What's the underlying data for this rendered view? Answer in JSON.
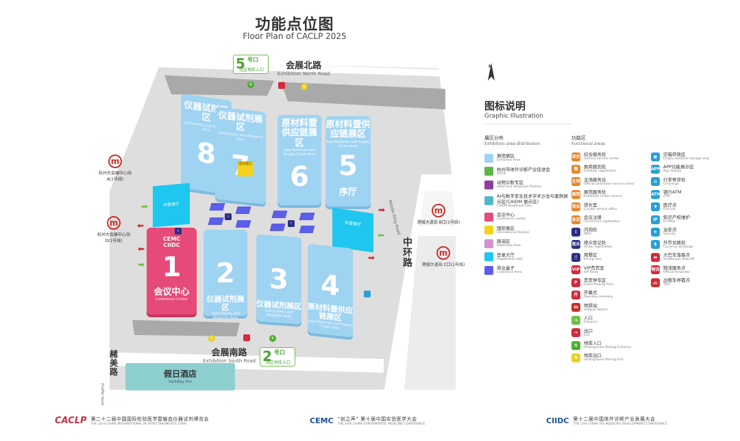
{
  "header": {
    "title": "功能点位图",
    "subtitle": "Floor Plan of CACLP 2025"
  },
  "colors": {
    "exhibition": "#9fd3f2",
    "conference": "#e64a78",
    "registration": "#1ec6f0",
    "commerce": "#5b5ee8",
    "international": "#f5d21c",
    "road_ground": "#d9d9d9",
    "holiday_inn": "#8ecfd0",
    "gate_green": "#6cc04a"
  },
  "map": {
    "north_road": {
      "cn": "会展北路",
      "en": "Exhibition North Road"
    },
    "south_road": {
      "cn": "会展南路",
      "en": "Exhibition South Road"
    },
    "east_road": {
      "cn": "中环路",
      "en": "Middle Ring Road"
    },
    "west_road": {
      "cn": "赭美路",
      "en": "ZheMei Road"
    },
    "gate5": {
      "num": "5",
      "label": "号口",
      "sub": "北区地库入口"
    },
    "gate2": {
      "num": "2",
      "label": "号口",
      "sub": "南区地库入口"
    },
    "holiday_inn": {
      "cn": "假日酒店",
      "en": "Holiday Inn"
    },
    "halls": [
      {
        "num": "8",
        "cn": "仪器试剂展区",
        "en": "Instruments and Reagents Area"
      },
      {
        "num": "7",
        "cn": "仪器试剂展区",
        "en": "Instruments and Reagents Area"
      },
      {
        "num": "6",
        "cn": "原材料暨供应链展区",
        "en": "Raw Materials and Supply Chain Area"
      },
      {
        "num": "5",
        "cn": "原材料暨供应链展区",
        "en": "Raw Materials and Supply Chain Area"
      },
      {
        "num": "1",
        "cn": "会议中心",
        "en": "Conference Center"
      },
      {
        "num": "2",
        "cn": "仪器试剂展区",
        "en": "Instruments and Reagents Area"
      },
      {
        "num": "3",
        "cn": "仪器试剂展区",
        "en": "Instruments and Reagents Area"
      },
      {
        "num": "4",
        "cn": "原材料暨供应链展区",
        "en": "Raw Materials and Supply Chain Area"
      }
    ],
    "prelude_hall": "序厅",
    "reg_hall_west": "中登录厅",
    "reg_hall_east": "东登录厅",
    "international": "国际展区",
    "metro": [
      {
        "name": "杭州大会展中心站 A(1号线)"
      },
      {
        "name": "杭州大会展中心站 D(1号线)"
      },
      {
        "name": "港城大道站 B口(1号线)"
      },
      {
        "name": "港城大道站 C口(1号线)"
      }
    ],
    "logos": {
      "cemc": "CEMC",
      "ciidc": "CIIDC"
    }
  },
  "legend": {
    "title": "图标说明",
    "subtitle": "Graphic Illustration",
    "areas_head": {
      "cn": "展区分布",
      "en": "Exhibition area distribution"
    },
    "areas": [
      {
        "cn": "展馆展区",
        "en": "Exhibition Area",
        "color": "#9fd3f2"
      },
      {
        "cn": "杭州市体外诊断产业促进会",
        "en": "ACHIF",
        "color": "#5fb548"
      },
      {
        "cn": "动物诊断专区",
        "en": "Veterinary Diagnosis Pavilion",
        "color": "#8f3fa0"
      },
      {
        "cn": "AI与数字孪生技术学术沙龙与案例展示区(CAIDM 展示区)",
        "en": "CAIDM Roadshow Area",
        "color": "#4fb9c9"
      },
      {
        "cn": "会议中心",
        "en": "Conference Center",
        "color": "#e64a78"
      },
      {
        "cn": "国际展区",
        "en": "International Pavilion",
        "color": "#f5d21c"
      },
      {
        "cn": "路演区",
        "en": "Roadshow Area",
        "color": "#d58fd6"
      },
      {
        "cn": "登录大厅",
        "en": "Registration Hall",
        "color": "#1ec6f0"
      },
      {
        "cn": "商业盒子",
        "en": "Commerce Area",
        "color": "#5b5ee8"
      }
    ],
    "func_head": {
      "cn": "功能区",
      "en": "Functional areas"
    },
    "functions": [
      {
        "cn": "综合服务处",
        "en": "General service center",
        "icon": "service-desk-icon",
        "color": "#e8862a",
        "g": "综合"
      },
      {
        "cn": "展商报到处",
        "en": "Exhibitor registration",
        "icon": "exhibitor-checkin-icon",
        "color": "#e8862a",
        "g": "報"
      },
      {
        "cn": "主场服务台",
        "en": "Official contractor service center",
        "icon": "contractor-icon",
        "color": "#e8862a",
        "g": "主场"
      },
      {
        "cn": "展馆服务处",
        "en": "Exhibition center service",
        "icon": "hall-service-icon",
        "color": "#e8862a",
        "g": "展馆"
      },
      {
        "cn": "馆长室",
        "en": "Curator service office",
        "icon": "curator-icon",
        "color": "#e8862a",
        "g": "馆长"
      },
      {
        "cn": "会议注册",
        "en": "Conference registration",
        "icon": "conference-reg-icon",
        "color": "#e8862a",
        "g": "会议"
      },
      {
        "cn": "问询处",
        "en": "INFO",
        "icon": "info-icon",
        "color": "#2a2f86",
        "g": "i"
      },
      {
        "cn": "观众登记处",
        "en": "Visitor registration",
        "icon": "visitor-reg-icon",
        "color": "#2a2f86",
        "g": "观众"
      },
      {
        "cn": "用餐区",
        "en": "Dining area",
        "icon": "dining-icon",
        "color": "#2a2f86",
        "g": "🍴"
      },
      {
        "cn": "VIP贵宾室",
        "en": "VIP Room",
        "icon": "vip-icon",
        "color": "#d42a3c",
        "g": "VIP"
      },
      {
        "cn": "贵宾停车区",
        "en": "Guest Parking Area",
        "icon": "parking-icon",
        "color": "#d42a3c",
        "g": "P"
      },
      {
        "cn": "开幕式",
        "en": "Opening ceremony",
        "icon": "opening-icon",
        "color": "#d42a3c",
        "g": "开"
      },
      {
        "cn": "地铁站",
        "en": "Subway Station",
        "icon": "subway-icon",
        "color": "#c9302c",
        "g": "m"
      },
      {
        "cn": "入口",
        "en": "Entrance",
        "icon": "entrance-arrow-icon",
        "color": "#6cc04a",
        "g": "→"
      },
      {
        "cn": "出口",
        "en": "Exit",
        "icon": "exit-arrow-icon",
        "color": "#d42a3c",
        "g": "→"
      },
      {
        "cn": "地库入口",
        "en": "Underground Parking Entrance",
        "icon": "parking-entrance-icon",
        "color": "#4cb030",
        "g": "⇅"
      },
      {
        "cn": "地库出口",
        "en": "Underground Parking Exit",
        "icon": "parking-exit-icon",
        "color": "#e8d220",
        "g": "⇅"
      }
    ],
    "services": [
      {
        "cn": "空箱存放区",
        "en": "Empty container storage area",
        "icon": "container-icon",
        "color": "#2a9fd6",
        "g": "▣"
      },
      {
        "cn": "APP功能展示区",
        "en": "App display",
        "icon": "app-icon",
        "color": "#2a9fd6",
        "g": "APP"
      },
      {
        "cn": "行李寄存处",
        "en": "Concierge",
        "icon": "luggage-icon",
        "color": "#2a9fd6",
        "g": "⌂"
      },
      {
        "cn": "银行ATM",
        "en": "ATM",
        "icon": "atm-icon",
        "color": "#2a9fd6",
        "g": "ATM"
      },
      {
        "cn": "医疗点",
        "en": "First aid",
        "icon": "first-aid-icon",
        "color": "#2a9fd6",
        "g": "✚"
      },
      {
        "cn": "知识产权维护",
        "en": "IP office",
        "icon": "ip-office-icon",
        "color": "#2a9fd6",
        "g": "IP"
      },
      {
        "cn": "治安点",
        "en": "Security",
        "icon": "security-icon",
        "color": "#2a9fd6",
        "g": "★"
      },
      {
        "cn": "外币兑换处",
        "en": "Currency exchange",
        "icon": "currency-icon",
        "color": "#2a9fd6",
        "g": "$"
      },
      {
        "cn": "大巴车落客点",
        "en": "Shuttle bus drop-off",
        "icon": "bus-icon",
        "color": "#d42a3c",
        "g": "▬"
      },
      {
        "cn": "物流服务点",
        "en": "Official forwarder",
        "icon": "forwarder-icon",
        "color": "#d42a3c",
        "g": "物流"
      },
      {
        "cn": "出租车停靠点",
        "en": "TAXI",
        "icon": "taxi-icon",
        "color": "#d42a3c",
        "g": "🚕"
      }
    ]
  },
  "footer": [
    {
      "logo": "CACLP",
      "cn": "第二十二届中国国际检验医学暨输血仪器试剂博览会",
      "en": "THE 22nd CHINA INTERNATIONAL IN VITRO DIAGNOSTIC EXPO"
    },
    {
      "logo": "CEMC",
      "cn": "“创之声” 第十届中国实验医学大会",
      "en": "THE 10th CHINA EXPERIMENTAL MEDICINE CONFERENCE"
    },
    {
      "logo": "CIIDC",
      "cn": "第十二届中国体外诊断产业发展大会",
      "en": "THE 12th CHINA IVD INDUSTRY DEVELOPMENT CONFERENCE"
    }
  ]
}
